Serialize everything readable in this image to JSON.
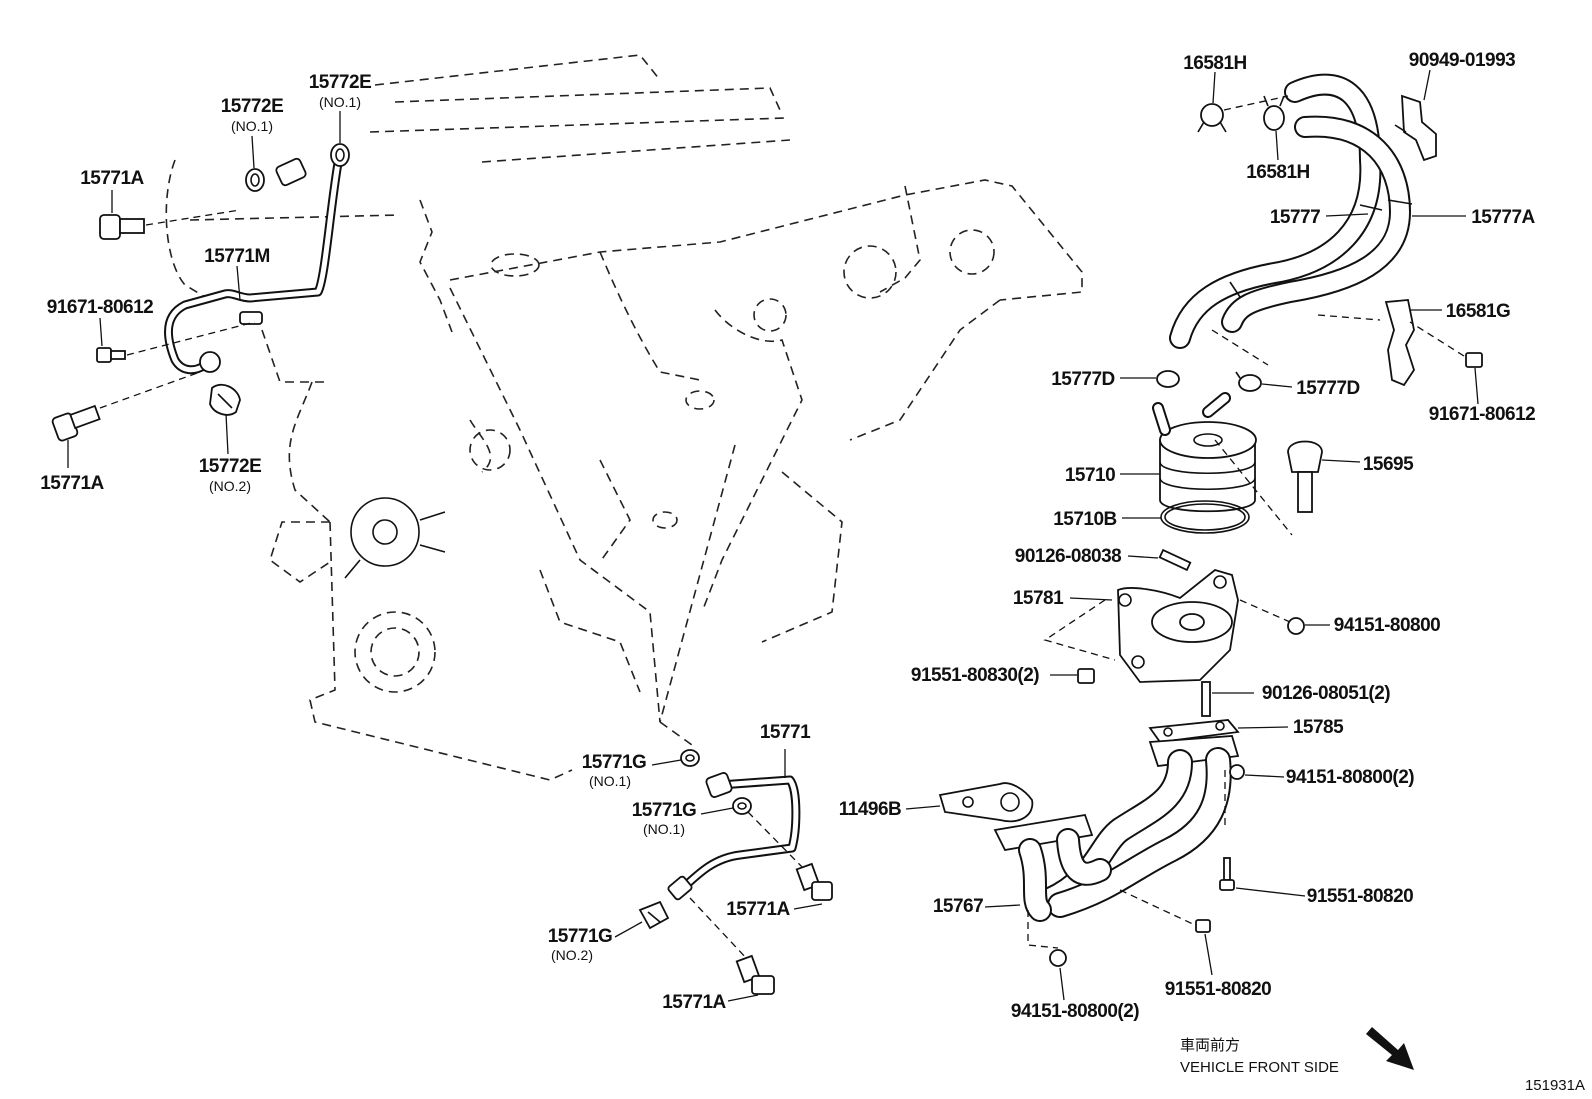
{
  "labels": [
    {
      "text": "15772E",
      "sub": "(NO.1)"
    },
    {
      "text": "15772E",
      "sub": "(NO.1)"
    },
    {
      "text": "15771A"
    },
    {
      "text": "15771M"
    },
    {
      "text": "91671-80612"
    },
    {
      "text": "15771A"
    },
    {
      "text": "15772E",
      "sub": "(NO.2)"
    },
    {
      "text": "16581H"
    },
    {
      "text": "90949-01993"
    },
    {
      "text": "16581H"
    },
    {
      "text": "15777"
    },
    {
      "text": "15777A"
    },
    {
      "text": "16581G"
    },
    {
      "text": "15777D"
    },
    {
      "text": "15777D"
    },
    {
      "text": "91671-80612"
    },
    {
      "text": "15710"
    },
    {
      "text": "15695"
    },
    {
      "text": "15710B"
    },
    {
      "text": "90126-08038"
    },
    {
      "text": "15781"
    },
    {
      "text": "94151-80800"
    },
    {
      "text": "91551-80830(2)"
    },
    {
      "text": "90126-08051(2)"
    },
    {
      "text": "15785"
    },
    {
      "text": "15771"
    },
    {
      "text": "15771G",
      "sub": "(NO.1)"
    },
    {
      "text": "94151-80800(2)"
    },
    {
      "text": "15771G",
      "sub": "(NO.1)"
    },
    {
      "text": "11496B"
    },
    {
      "text": "15771A"
    },
    {
      "text": "91551-80820"
    },
    {
      "text": "15767"
    },
    {
      "text": "15771G",
      "sub": "(NO.2)"
    },
    {
      "text": "91551-80820"
    },
    {
      "text": "15771A"
    },
    {
      "text": "94151-80800(2)"
    }
  ],
  "footer": {
    "direction_jp": "車両前方",
    "direction_en": "VEHICLE FRONT SIDE",
    "illustration_id": "151931A"
  },
  "icons": {
    "direction": "front-direction-arrow-icon"
  }
}
